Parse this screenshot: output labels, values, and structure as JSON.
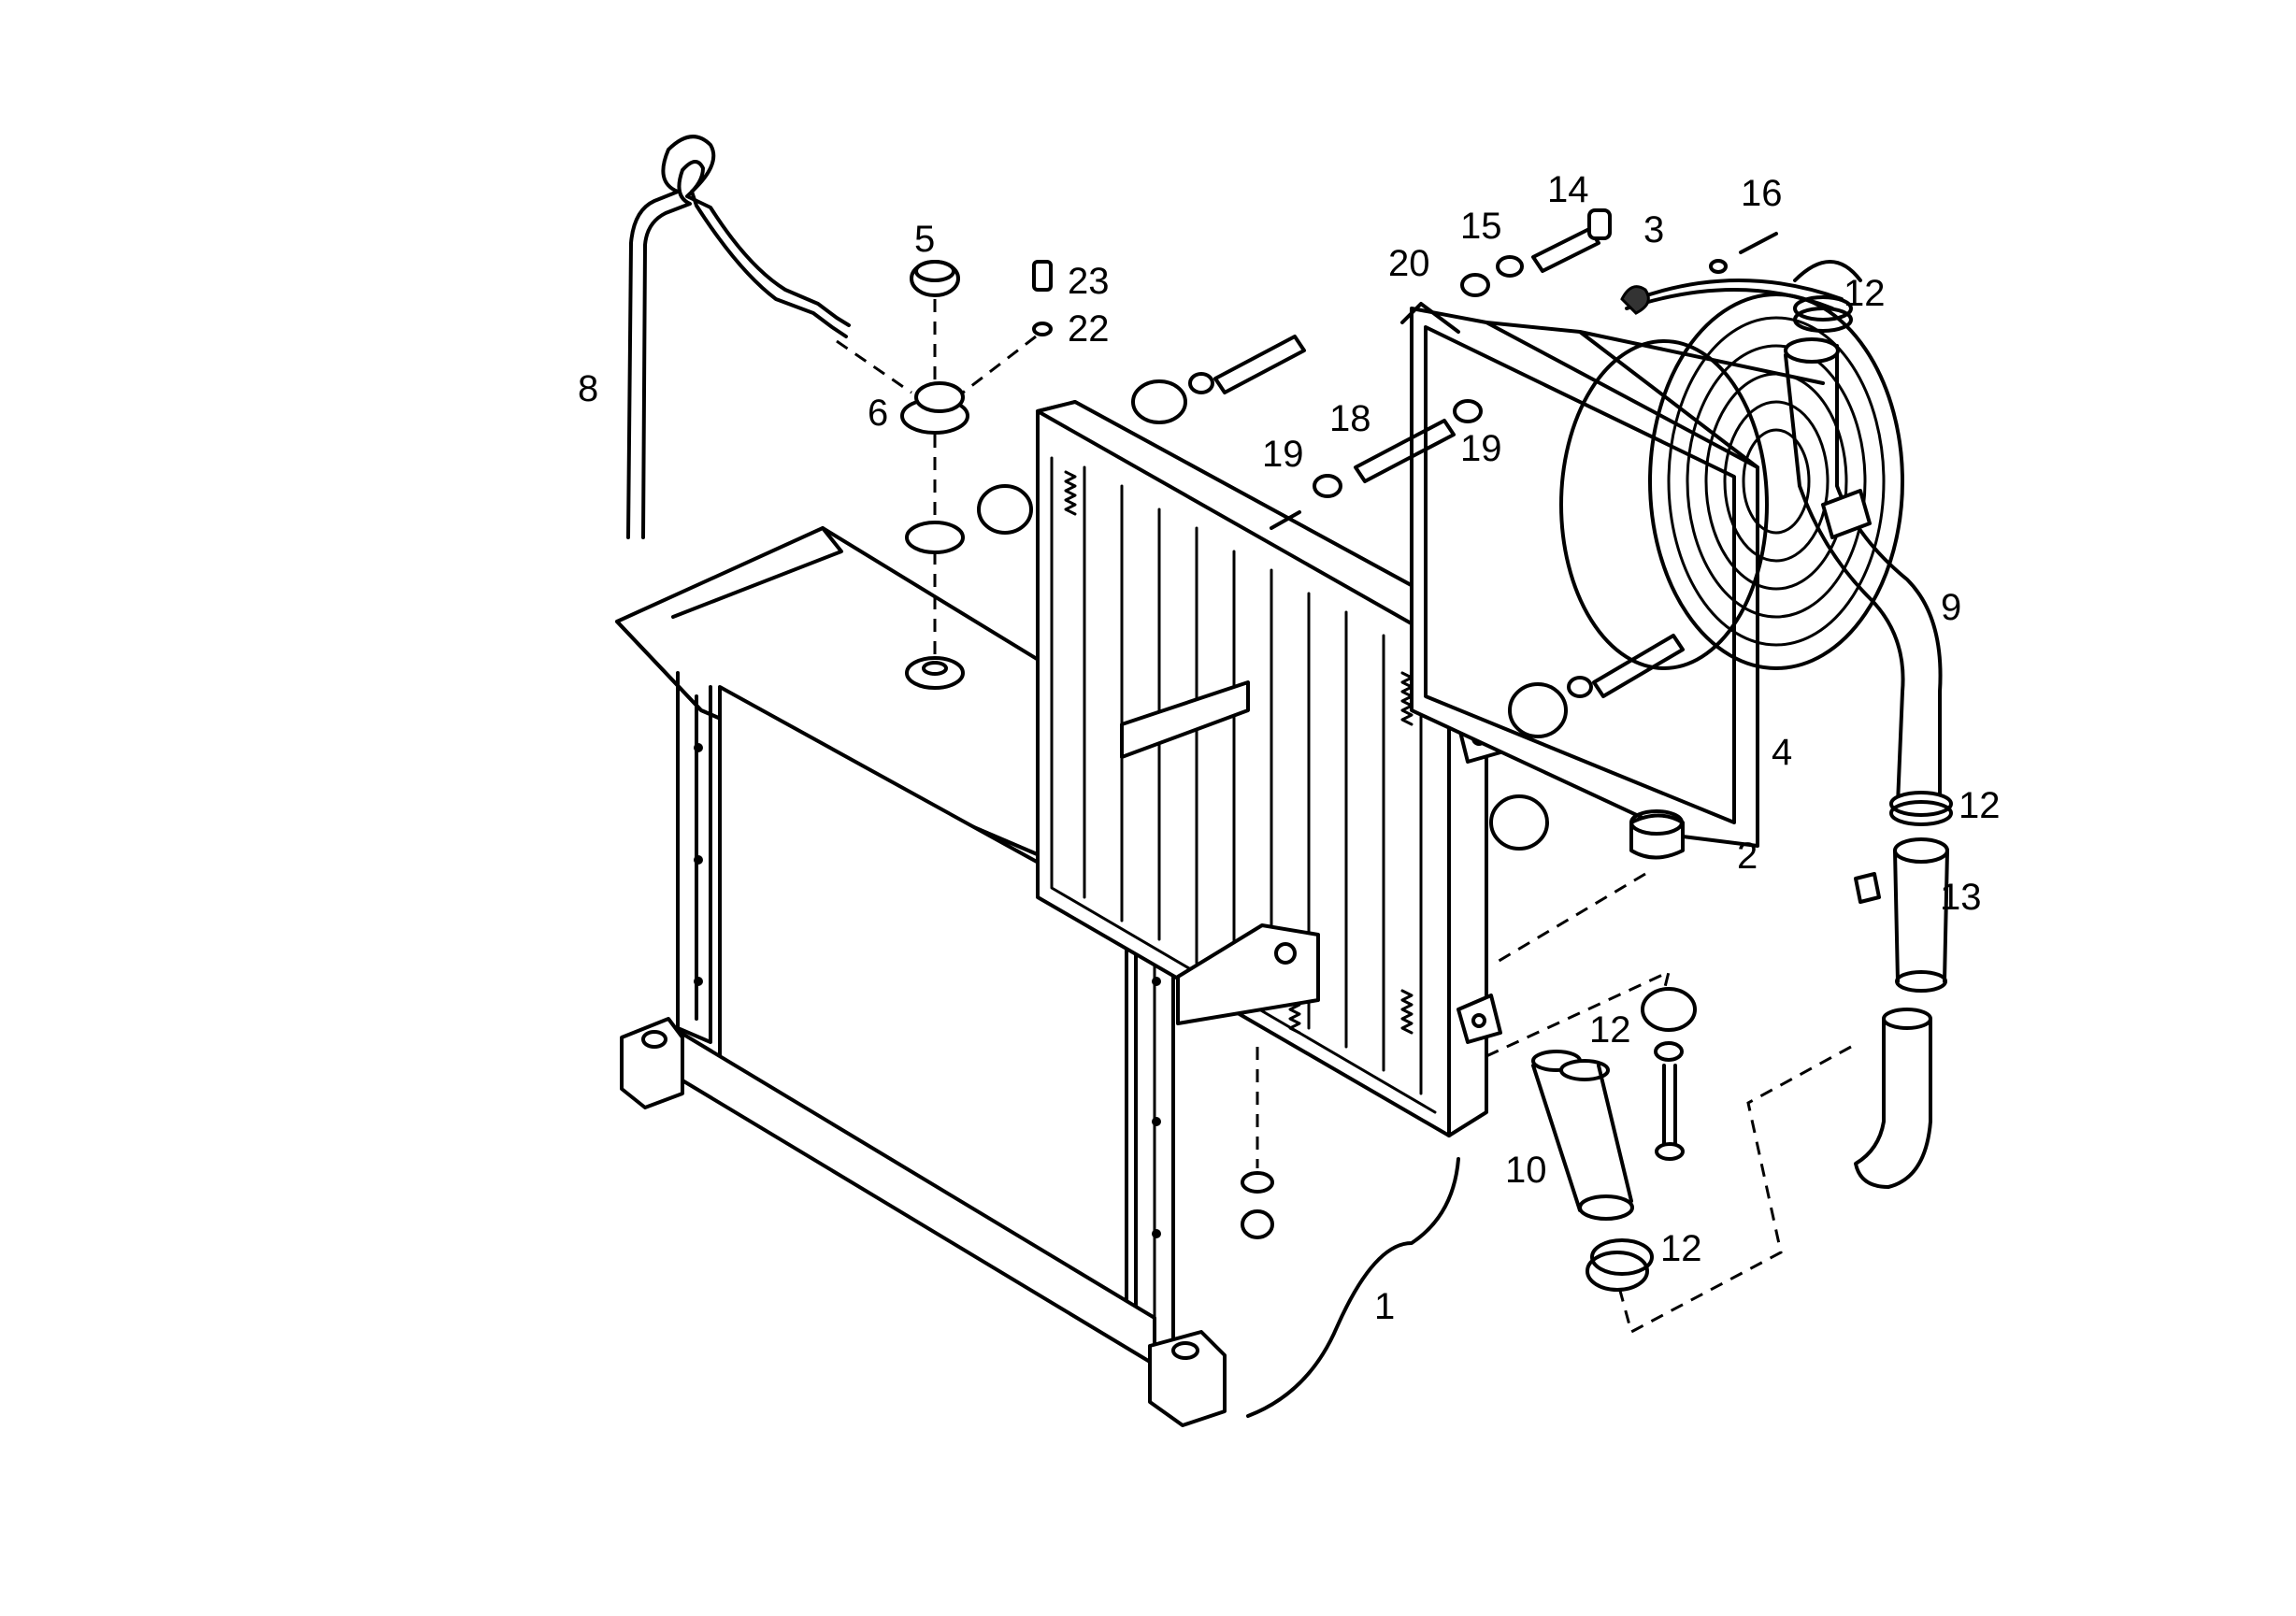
{
  "diagram": {
    "callouts": [
      {
        "id": "c1",
        "text": "1"
      },
      {
        "id": "c2",
        "text": "2"
      },
      {
        "id": "c3",
        "text": "3"
      },
      {
        "id": "c4",
        "text": "4"
      },
      {
        "id": "c5",
        "text": "5"
      },
      {
        "id": "c6",
        "text": "6"
      },
      {
        "id": "c8",
        "text": "8"
      },
      {
        "id": "c9",
        "text": "9"
      },
      {
        "id": "c10",
        "text": "10"
      },
      {
        "id": "c12a",
        "text": "12"
      },
      {
        "id": "c12b",
        "text": "12"
      },
      {
        "id": "c12c",
        "text": "12"
      },
      {
        "id": "c12d",
        "text": "12"
      },
      {
        "id": "c13",
        "text": "13"
      },
      {
        "id": "c14",
        "text": "14"
      },
      {
        "id": "c15",
        "text": "15"
      },
      {
        "id": "c16",
        "text": "16"
      },
      {
        "id": "c18",
        "text": "18"
      },
      {
        "id": "c19a",
        "text": "19"
      },
      {
        "id": "c19b",
        "text": "19"
      },
      {
        "id": "c20",
        "text": "20"
      },
      {
        "id": "c22",
        "text": "22"
      },
      {
        "id": "c23",
        "text": "23"
      }
    ],
    "line_color": "#000000",
    "background": "#ffffff"
  }
}
